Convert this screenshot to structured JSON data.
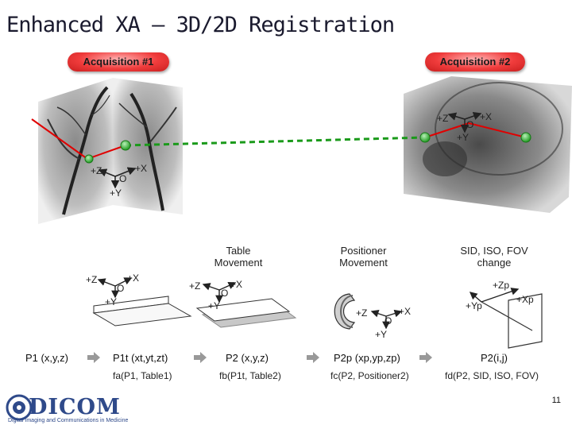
{
  "title": "Enhanced XA – 3D/2D Registration",
  "acquisitions": {
    "acq1": "Acquisition #1",
    "acq2": "Acquisition #2"
  },
  "axes": {
    "plus_x": "+X",
    "plus_y": "+Y",
    "plus_z": "+Z",
    "origin": "O",
    "plus_xp": "+Xp",
    "plus_yp": "+Yp",
    "plus_zp": "+Zp"
  },
  "stages": {
    "table_movement": [
      "Table",
      "Movement"
    ],
    "positioner_movement": [
      "Positioner",
      "Movement"
    ],
    "sid_change": [
      "SID, ISO, FOV",
      "change"
    ]
  },
  "points": {
    "p1": "P1 (x,y,z)",
    "p1t": "P1t (xt,yt,zt)",
    "p2": "P2 (x,y,z)",
    "p2p": "P2p (xp,yp,zp)",
    "p2ij": "P2(i,j)"
  },
  "functions": {
    "fa": "fa(P1, Table1)",
    "fb": "fb(P1t, Table2)",
    "fc": "fc(P2, Positioner2)",
    "fd": "fd(P2, SID, ISO, FOV)"
  },
  "logo": {
    "name": "DICOM",
    "tagline": "Digital Imaging and Communications in Medicine"
  },
  "page_number": "11",
  "colors": {
    "connector": "#1a9a1a",
    "red_line": "#e00000",
    "pill": "#f03c3c",
    "dot": "#3ec23e"
  }
}
